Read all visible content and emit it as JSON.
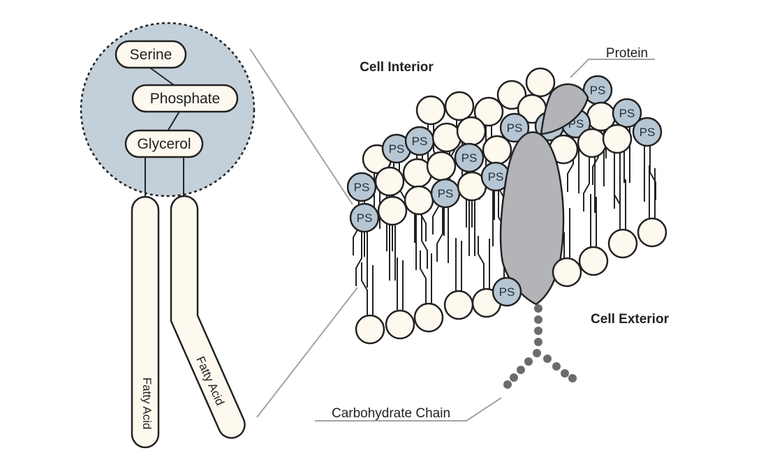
{
  "molecule": {
    "head_groups": [
      "Serine",
      "Phosphate",
      "Glycerol"
    ],
    "tails": [
      "Fatty Acid",
      "Fatty Acid"
    ]
  },
  "membrane": {
    "interior_label": "Cell Interior",
    "exterior_label": "Cell Exterior",
    "protein_label": "Protein",
    "carbohydrate_label": "Carbohydrate Chain",
    "ps_marker": "PS"
  },
  "colors": {
    "head_circle": "#fdf9ef",
    "ps_circle": "#b7c6d3",
    "zoom_circle": "#c3cfd9",
    "protein": "#b3b4b7",
    "carbohydrate": "#6b6b6b",
    "outline": "#222222",
    "pointer_lines": "#a3a3a3"
  }
}
